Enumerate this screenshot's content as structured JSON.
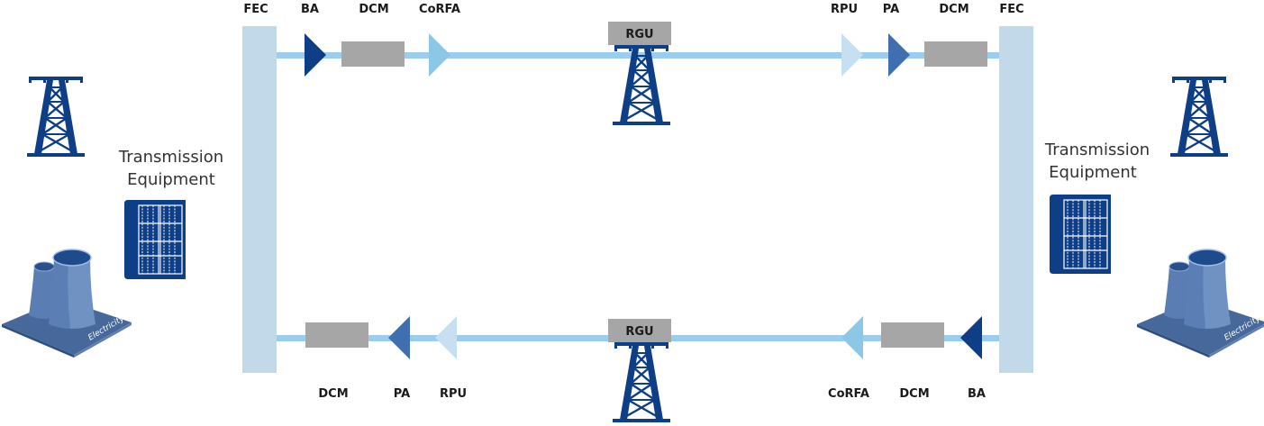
{
  "colors": {
    "fec": "#c2d9ea",
    "fiber": "#9bcdee",
    "dcm": "#a6a6a6",
    "navy": "#0e3f86",
    "mid_blue": "#3f6fb0",
    "light_blue": "#8cc7e8",
    "pale_blue": "#c6e0f2",
    "plant": "#46689a"
  },
  "top_line": {
    "left_fec": "FEC",
    "ba": "BA",
    "dcm_left": "DCM",
    "corfa": "CoRFA",
    "rgu": "RGU",
    "rpu": "RPU",
    "pa": "PA",
    "dcm_right": "DCM",
    "right_fec": "FEC"
  },
  "bottom_line": {
    "dcm": "DCM",
    "pa": "PA",
    "rpu": "RPU",
    "rgu": "RGU",
    "corfa": "CoRFA",
    "dcm_right": "DCM",
    "ba": "BA"
  },
  "left_site": {
    "title_line1": "Transmission",
    "title_line2": "Equipment",
    "plant_label": "Electricity",
    "tower_icon": "transmission-tower-icon",
    "equipment_icon": "equipment-rack-icon",
    "plant_icon": "cooling-tower-plant-icon"
  },
  "right_site": {
    "title_line1": "Transmission",
    "title_line2": "Equipment",
    "plant_label": "Electricity",
    "tower_icon": "transmission-tower-icon",
    "equipment_icon": "equipment-rack-icon",
    "plant_icon": "cooling-tower-plant-icon"
  }
}
